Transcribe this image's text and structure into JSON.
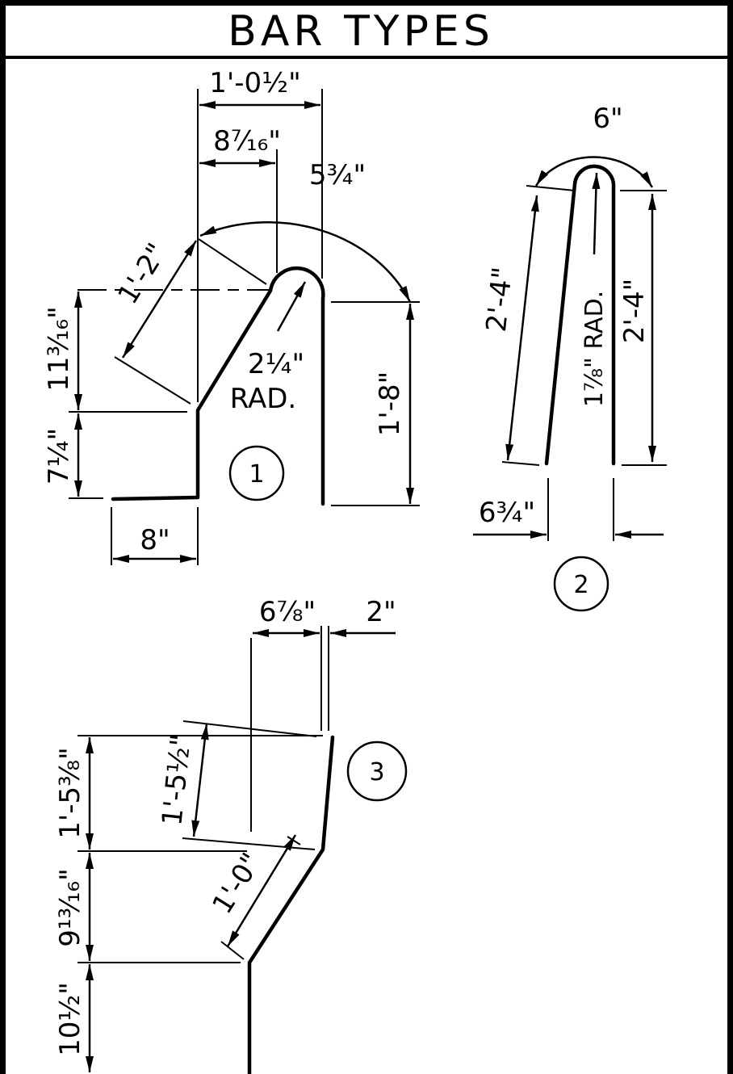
{
  "title": "BAR TYPES",
  "bar1": {
    "tag": "1",
    "dim_top_overall": "1'-0½\"",
    "dim_top_inner": "8⁷⁄₁₆\"",
    "dim_arc": "5¾\"",
    "dim_slope": "1'-2\"",
    "dim_left_upper": "11³⁄₁₆\"",
    "dim_left_lower": "7¼\"",
    "dim_bottom": "8\"",
    "dim_right": "1'-8\"",
    "radius_value": "2¼\"",
    "radius_label": "RAD."
  },
  "bar2": {
    "tag": "2",
    "dim_top_arc": "6\"",
    "dim_left_leg": "2'-4\"",
    "dim_right_leg": "2'-4\"",
    "radius": "1⅞\" RAD.",
    "dim_bottom": "6¾\""
  },
  "bar3": {
    "tag": "3",
    "dim_top_left": "6⅞\"",
    "dim_top_right": "2\"",
    "dim_slope_upper": "1'-5½\"",
    "dim_slope_lower": "1'-0\"",
    "dim_left_top": "1'-5⅜\"",
    "dim_left_mid": "9¹³⁄₁₆\"",
    "dim_left_bottom": "10½\""
  }
}
